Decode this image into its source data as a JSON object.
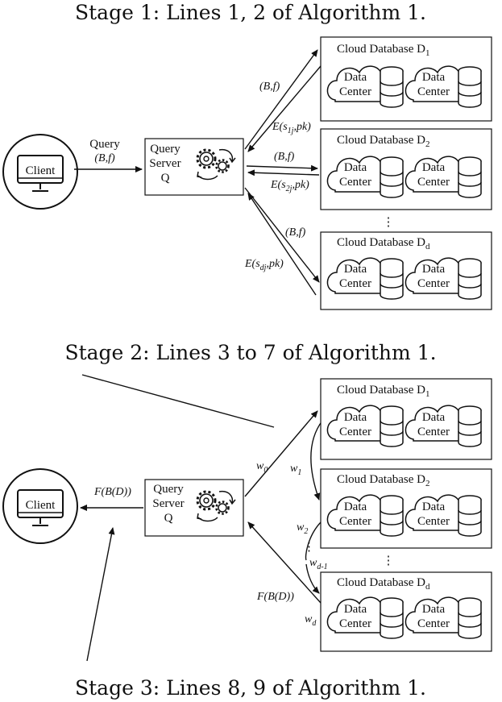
{
  "stages": {
    "s1": "Stage 1: Lines 1, 2 of Algorithm 1.",
    "s2": "Stage 2: Lines 3 to 7 of Algorithm 1.",
    "s3": "Stage 3: Lines 8, 9 of Algorithm 1."
  },
  "client_label": "Client",
  "server": {
    "l1": "Query",
    "l2": "Server",
    "l3": "Q"
  },
  "query": {
    "l1": "Query",
    "l2": "(B,f)"
  },
  "db_titles": {
    "d1": "Cloud Database D",
    "d2": "Cloud Database D",
    "dd": "Cloud Database D"
  },
  "db_subs": {
    "d1": "1",
    "d2": "2",
    "dd": "d"
  },
  "dc": {
    "l1": "Data",
    "l2": "Center"
  },
  "ellipsis": "⋮",
  "stage1_labels": {
    "bf": "(B,f)",
    "e1_pre": "E(s",
    "e1_sub": "1j",
    "e1_post": ",pk)",
    "e2_pre": "E(s",
    "e2_sub": "2j",
    "e2_post": ",pk)",
    "ed_pre": "E(s",
    "ed_sub": "dj",
    "ed_post": ",pk)"
  },
  "stage2_labels": {
    "w0": "w",
    "w0_sub": "0",
    "w1": "w",
    "w1_sub": "1",
    "w2": "w",
    "w2_sub": "2",
    "wd1": "w",
    "wd1_sub": "d-1",
    "wd": "w",
    "wd_sub": "d",
    "fb": "F(B(D))"
  }
}
